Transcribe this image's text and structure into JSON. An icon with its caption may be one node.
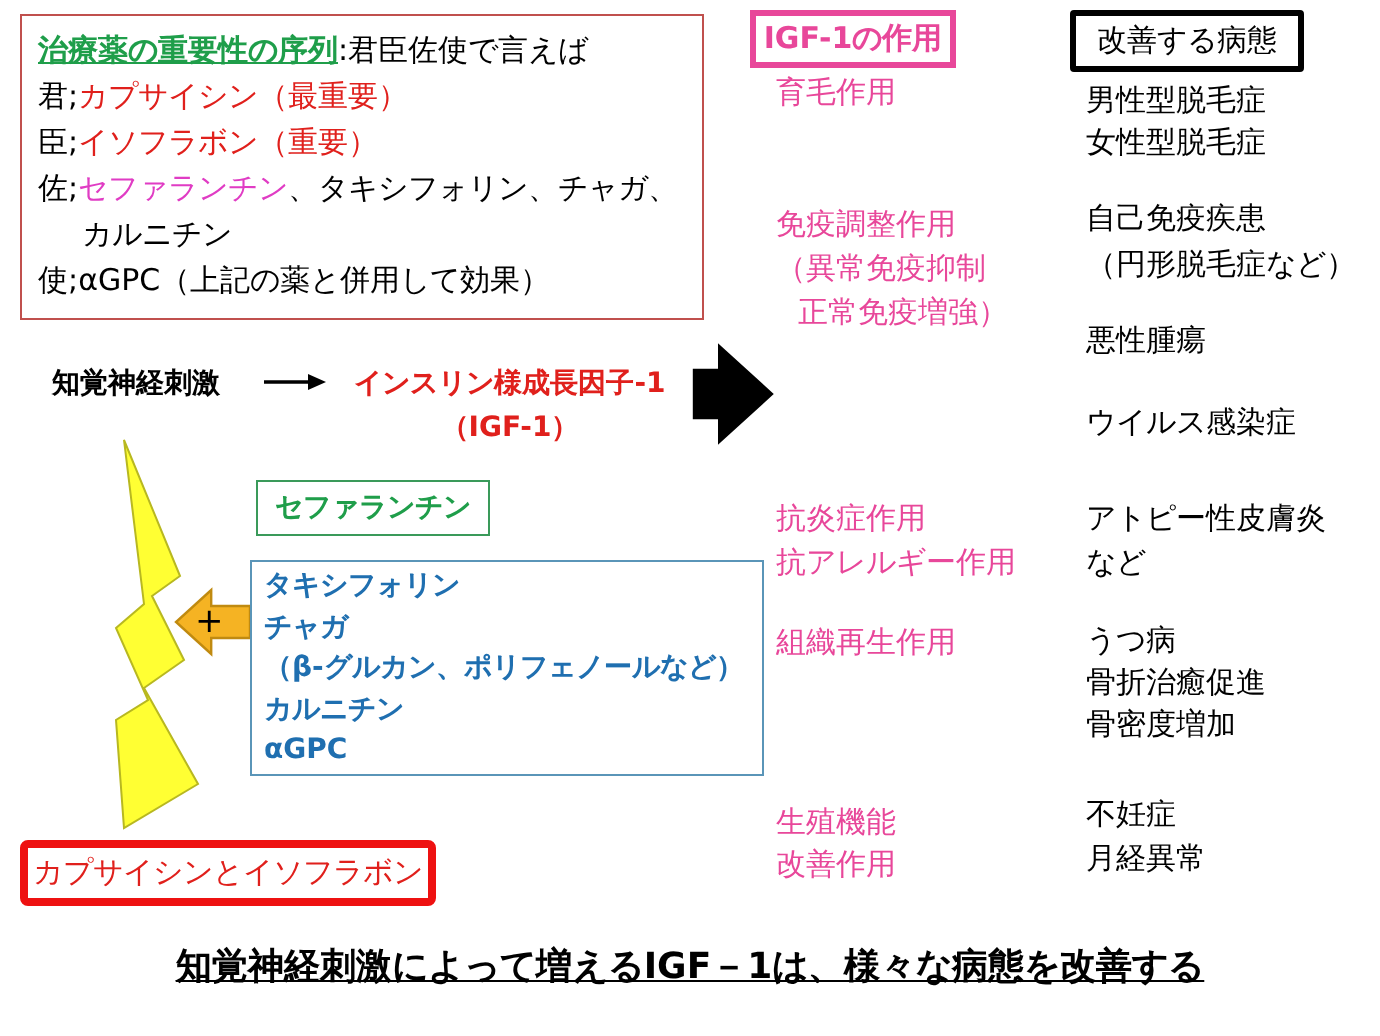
{
  "diagram": {
    "caption": "知覚神経刺激によって増えるIGF－1は、様々な病態を改善する",
    "nodes": [
      {
        "text": [
          "治療薬の重要性の序列",
          ":君臣佐使で言えば",
          "君;",
          "カプサイシン（最重要）",
          "臣;",
          "イソフラボン（重要）",
          "佐;",
          "セファランチン",
          "、タキシフォリン、チャガ、カルニチン",
          "使;",
          "αGPC（上記の薬と併用して効果）"
        ]
      },
      {
        "text": [
          "IGF-1の作用"
        ]
      },
      {
        "text": [
          "改善する病態"
        ]
      },
      {
        "text": [
          "知覚神経刺激"
        ]
      },
      {
        "text": [
          "インスリン様成長因子-1（IGF-1）"
        ]
      },
      {
        "text": [],
        "shape": "lightning"
      },
      {
        "text": [
          "セファランチン"
        ]
      },
      {
        "text": [
          "タキシフォリン",
          "チャガ",
          "（β-グルカン、ポリフェノールなど）",
          "カルニチン",
          "αGPC"
        ]
      },
      {
        "text": [
          "カプサイシンとイソフラボン"
        ]
      }
    ],
    "edges": [
      {
        "from": 3,
        "to": 4,
        "arrow": "to"
      },
      {
        "from": 4,
        "to": null,
        "arrow": "to",
        "style": "thick"
      },
      {
        "from": 7,
        "to": 5,
        "arrow": "to",
        "style": "thick",
        "color": "#f5b323",
        "label": "+"
      }
    ],
    "labels": [
      "育毛作用",
      "男性型脱毛症",
      "女性型脱毛症",
      "免疫調整作用",
      "自己免疫疾患",
      "（異常免疫抑制",
      "（円形脱毛症など）",
      "正常免疫増強）",
      "悪性腫瘍",
      "ウイルス感染症",
      "抗炎症作用",
      "アトピー性皮膚炎",
      "抗アレルギー作用",
      "など",
      "組織再生作用",
      "うつ病",
      "骨折治癒促進",
      "骨密度増加",
      "生殖機能",
      "不妊症",
      "改善作用",
      "月経異常"
    ]
  }
}
